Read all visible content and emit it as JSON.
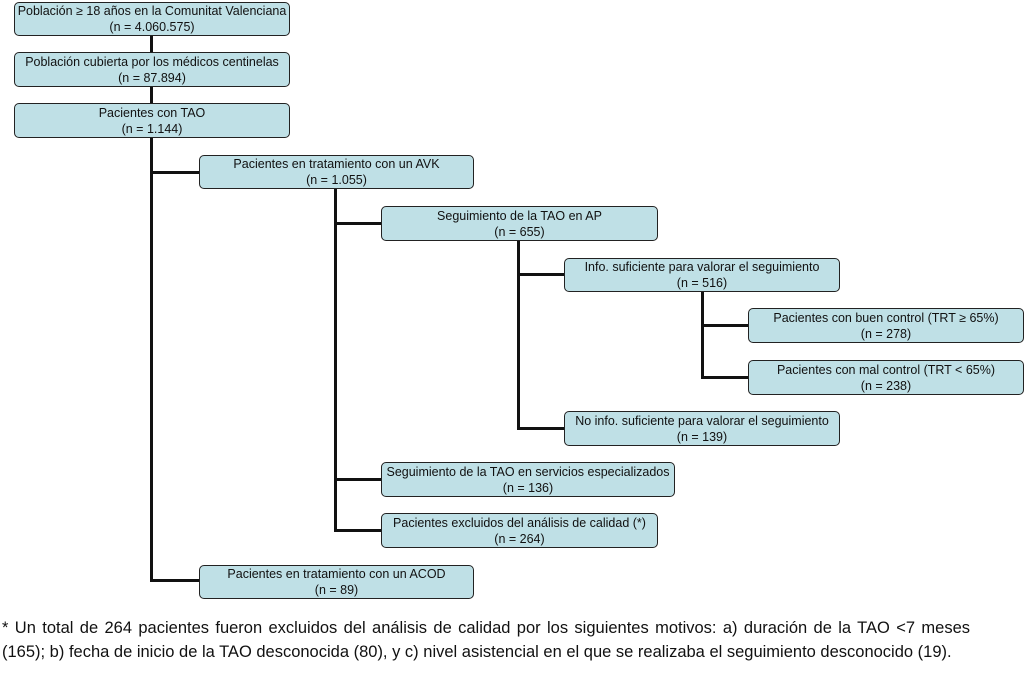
{
  "boxes": [
    {
      "title": "Población ≥ 18 años en la Comunitat Valenciana",
      "n": "(n = 4.060.575)"
    },
    {
      "title": "Población cubierta por los médicos centinelas",
      "n": "(n = 87.894)"
    },
    {
      "title": "Pacientes con TAO",
      "n": "(n = 1.144)"
    },
    {
      "title": "Pacientes en tratamiento con un AVK",
      "n": "(n = 1.055)"
    },
    {
      "title": "Seguimiento de la TAO en AP",
      "n": "(n = 655)"
    },
    {
      "title": "Info. suficiente para valorar el seguimiento",
      "n": "(n = 516)"
    },
    {
      "title": "Pacientes con buen control (TRT ≥ 65%)",
      "n": "(n = 278)"
    },
    {
      "title": "Pacientes con mal control (TRT < 65%)",
      "n": "(n = 238)"
    },
    {
      "title": "No info. suficiente para valorar el seguimiento",
      "n": "(n = 139)"
    },
    {
      "title": "Seguimiento de la TAO en servicios especializados",
      "n": "(n = 136)"
    },
    {
      "title": "Pacientes excluidos del análisis de calidad (*)",
      "n": "(n = 264)"
    },
    {
      "title": "Pacientes en tratamiento con un ACOD",
      "n": "(n = 89)"
    }
  ],
  "footnote": "* Un total de 264 pacientes fueron excluidos del análisis de calidad por los siguientes motivos: a) duración de la TAO <7 meses (165); b) fecha de inicio de la TAO desconocida (80), y c) nivel asistencial en el que se realizaba el seguimiento desconocido (19)."
}
